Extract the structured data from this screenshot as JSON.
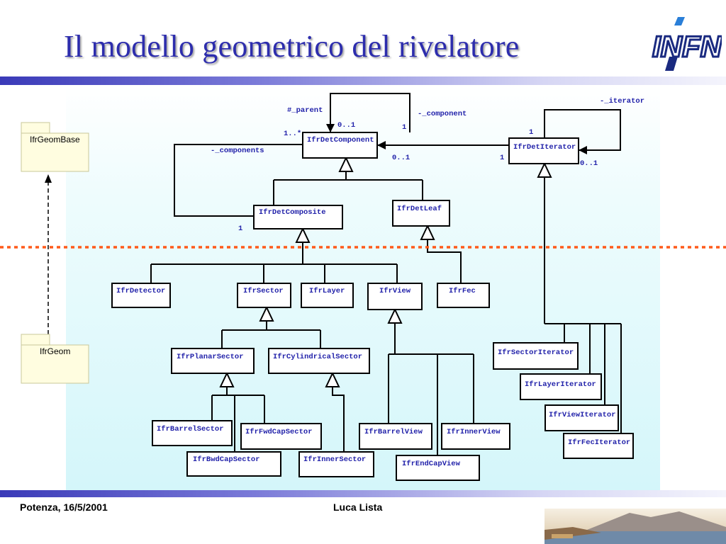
{
  "title": "Il modello geometrico del rivelatore",
  "logo_text": "INFN",
  "footer": {
    "left": "Potenza, 16/5/2001",
    "center": "Luca Lista"
  },
  "packages": {
    "base": "IfrGeomBase",
    "geom": "IfrGeom"
  },
  "classes": {
    "det_component": "IfrDetComponent",
    "det_iterator": "IfrDetIterator",
    "det_composite": "IfrDetComposite",
    "det_leaf": "IfrDetLeaf",
    "detector": "IfrDetector",
    "sector": "IfrSector",
    "layer": "IfrLayer",
    "view": "IfrView",
    "fec": "IfrFec",
    "planar_sector": "IfrPlanarSector",
    "cylindrical_sector": "IfrCylindricalSector",
    "barrel_sector": "IfrBarrelSector",
    "fwd_cap_sector": "IfrFwdCapSector",
    "bwd_cap_sector": "IfrBwdCapSector",
    "inner_sector": "IfrInnerSector",
    "barrel_view": "IfrBarrelView",
    "inner_view": "IfrInnerView",
    "end_cap_view": "IfrEndCapView",
    "sector_iterator": "IfrSectorIterator",
    "layer_iterator": "IfrLayerIterator",
    "view_iterator": "IfrViewIterator",
    "fec_iterator": "IfrFecIterator"
  },
  "labels": {
    "parent": "#_parent",
    "component": "-_component",
    "components": "-_components",
    "iterator": "-_iterator",
    "mult_0_1_top": "0..1",
    "mult_1_top": "1",
    "mult_1_many": "1..*",
    "mult_0_1_comp": "0..1",
    "mult_1_iter_left": "1",
    "mult_1_iter_top": "1",
    "mult_0_1_iter": "0..1",
    "mult_1_composite": "1"
  },
  "colors": {
    "title": "#2d2dad",
    "class_text": "#2222aa",
    "separator": "#ff5a1a",
    "package_fill": "#fffde0"
  }
}
